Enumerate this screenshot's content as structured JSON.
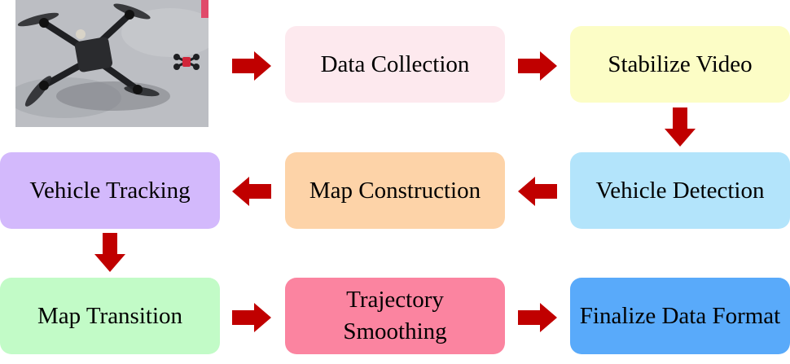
{
  "photo": {
    "subject": "drone-photo",
    "colors": {
      "ground": "#b9bbc0",
      "drone_body": "#2a2b2e",
      "small_drone_accent": "#d1263a"
    }
  },
  "steps": [
    {
      "label": "Data Collection",
      "color": "#fde9ee"
    },
    {
      "label": "Stabilize Video",
      "color": "#fcfdc6"
    },
    {
      "label": "Vehicle Detection",
      "color": "#b3e4fb"
    },
    {
      "label": "Map Construction",
      "color": "#fdd3a8"
    },
    {
      "label": "Vehicle Tracking",
      "color": "#d3b9fc"
    },
    {
      "label": "Map Transition",
      "color": "#c2fbc7"
    },
    {
      "label": "Trajectory Smoothing",
      "color": "#fb84a0"
    },
    {
      "label": "Finalize Data Format",
      "color": "#59aafa"
    }
  ],
  "arrow_color": "#c00000"
}
